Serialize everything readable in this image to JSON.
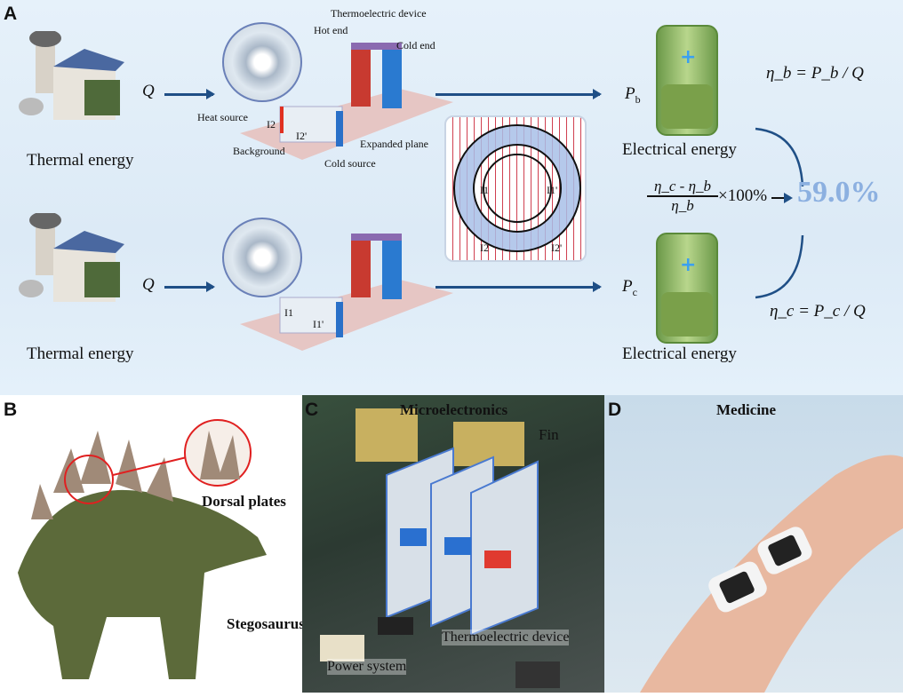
{
  "panels": {
    "a": "A",
    "b": "B",
    "c": "C",
    "d": "D"
  },
  "panel_a": {
    "thermal_energy": "Thermal energy",
    "q": "Q",
    "thermoelectric_device": "Thermoelectric device",
    "hot_end": "Hot end",
    "cold_end": "Cold end",
    "heat_source": "Heat source",
    "background": "Background",
    "expanded_plane": "Expanded plane",
    "cold_source": "Cold source",
    "electrical_energy": "Electrical energy",
    "p_b": "P",
    "p_b_sub": "b",
    "p_c": "P",
    "p_c_sub": "c",
    "eta_b_eq": "η_b = P_b / Q",
    "eta_c_eq": "η_c = P_c / Q",
    "fraction_num": "η_c - η_b",
    "fraction_den": "η_b",
    "times": "×100%",
    "result": "59.0%",
    "result_color": "#8cb0e0",
    "circle_labels": {
      "i1": "I1",
      "i1p": "I1'",
      "i2": "I2",
      "i2p": "I2'"
    },
    "device_labels": {
      "i2": "I2",
      "i2p": "I2'",
      "i1": "I1",
      "i1p": "I1'"
    }
  },
  "panel_b": {
    "dorsal_plates": "Dorsal plates",
    "stegosaurus": "Stegosaurus"
  },
  "panel_c": {
    "title": "Microelectronics",
    "fin": "Fin",
    "thermoelectric_device": "Thermoelectric device",
    "power_system": "Power system"
  },
  "panel_d": {
    "title": "Medicine"
  }
}
